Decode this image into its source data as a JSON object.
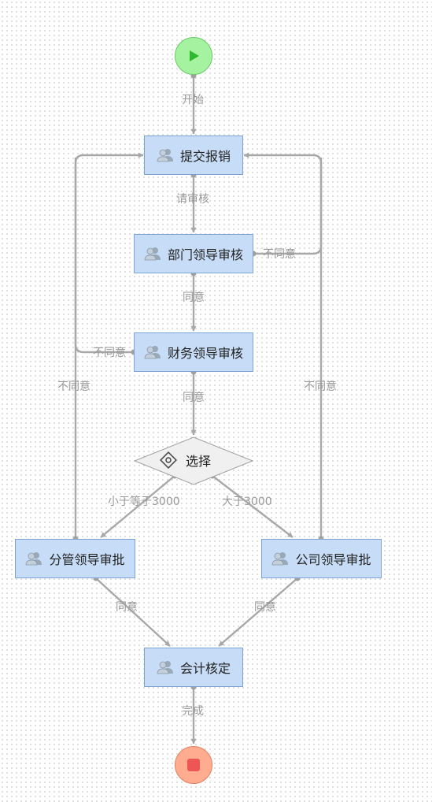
{
  "nodes": {
    "start": {
      "type": "start-event"
    },
    "submit": {
      "label": "提交报销"
    },
    "dept": {
      "label": "部门领导审核"
    },
    "finance": {
      "label": "财务领导审核"
    },
    "choice": {
      "label": "选择"
    },
    "branch": {
      "label": "分管领导审批"
    },
    "company": {
      "label": "公司领导审批"
    },
    "accounting": {
      "label": "会计核定"
    },
    "end": {
      "type": "end-event"
    }
  },
  "edges": {
    "start_submit": "开始",
    "submit_dept": "请审核",
    "dept_finance": "同意",
    "dept_reject": "不同意",
    "finance_reject": "不同意",
    "finance_choice": "同意",
    "choice_branch": "小于等于3000",
    "choice_company": "大于3000",
    "branch_reject": "不同意",
    "company_reject": "不同意",
    "branch_accounting": "同意",
    "company_accounting": "同意",
    "accounting_end": "完成"
  },
  "colors": {
    "task_fill": "#c7dcf6",
    "task_border": "#7ba3d6",
    "edge": "#a8a8a8",
    "start_fill": "#a5f3a0",
    "start_icon": "#2eb82e",
    "end_fill": "#ffac90",
    "end_icon": "#ee5555",
    "gateway_fill": "#f0f0f0"
  }
}
